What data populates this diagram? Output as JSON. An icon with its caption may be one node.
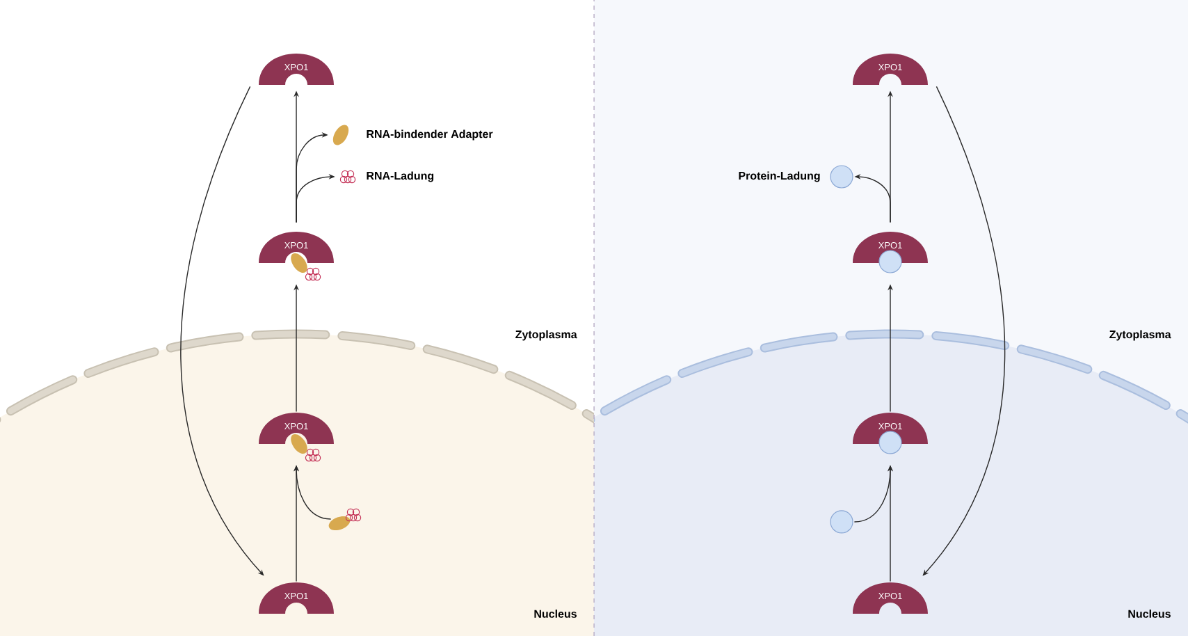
{
  "diagram": {
    "nodes": [
      {
        "text": [
          "XPO1"
        ]
      },
      {
        "text": [],
        "shape": "picture",
        "beside": [
          "RNA-bindender Adapter"
        ]
      },
      {
        "text": [],
        "shape": "picture",
        "beside": [
          "RNA-Ladung"
        ]
      },
      {
        "text": [
          "XPO1"
        ]
      },
      {
        "text": [
          "XPO1"
        ]
      },
      {
        "text": [],
        "shape": "picture"
      },
      {
        "text": [
          "XPO1"
        ]
      },
      {
        "text": [
          "XPO1"
        ]
      },
      {
        "text": [],
        "shape": "circle",
        "beside": [
          "Protein-Ladung"
        ]
      },
      {
        "text": [
          "XPO1"
        ]
      },
      {
        "text": [
          "XPO1"
        ]
      },
      {
        "text": [],
        "shape": "circle"
      },
      {
        "text": [
          "XPO1"
        ]
      }
    ],
    "edges": [
      {
        "from": 6,
        "to": 4,
        "arrow": "to"
      },
      {
        "from": 5,
        "to": 4,
        "arrow": "to"
      },
      {
        "from": 4,
        "to": 3,
        "arrow": "to"
      },
      {
        "from": 3,
        "to": 0,
        "arrow": "to"
      },
      {
        "from": 3,
        "to": 1,
        "arrow": "to"
      },
      {
        "from": 3,
        "to": 2,
        "arrow": "to"
      },
      {
        "from": 0,
        "to": 6,
        "arrow": "to"
      },
      {
        "from": 12,
        "to": 10,
        "arrow": "to"
      },
      {
        "from": 11,
        "to": 10,
        "arrow": "to"
      },
      {
        "from": 10,
        "to": 9,
        "arrow": "to"
      },
      {
        "from": 9,
        "to": 7,
        "arrow": "to"
      },
      {
        "from": 9,
        "to": 8,
        "arrow": "to"
      },
      {
        "from": 7,
        "to": 12,
        "arrow": "to"
      }
    ],
    "labels": [
      "Zytoplasma",
      "Nucleus",
      "Zytoplasma",
      "Nucleus"
    ]
  }
}
